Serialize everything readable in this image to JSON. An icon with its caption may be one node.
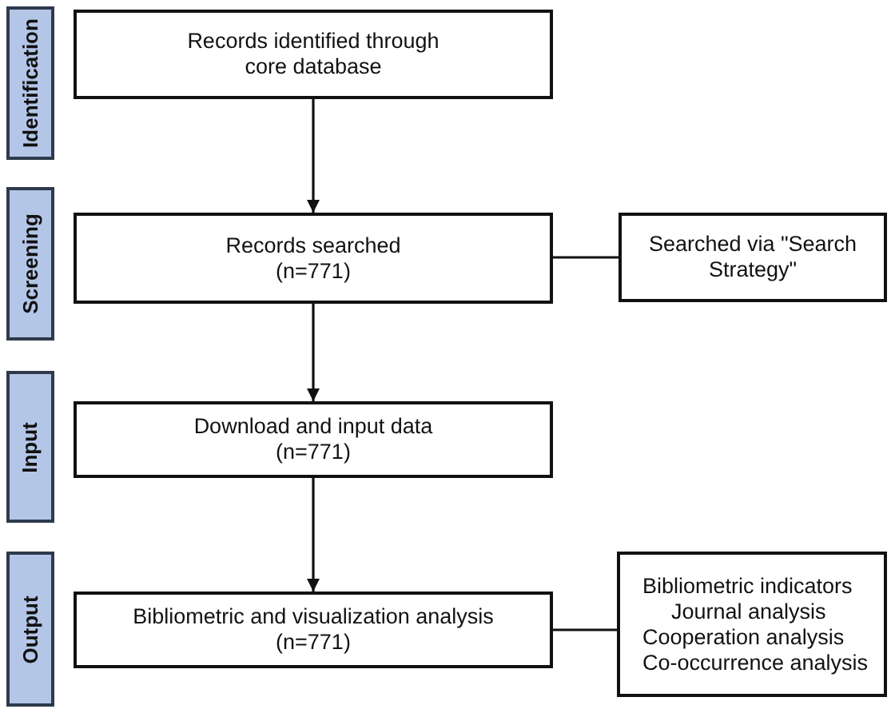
{
  "diagram": {
    "nodes": [
      {
        "text": [
          "Identification"
        ]
      },
      {
        "text": [
          "Records identified through core database"
        ]
      },
      {
        "text": [
          "Screening"
        ]
      },
      {
        "text": [
          "Records searched",
          "(n=771)"
        ]
      },
      {
        "text": [
          "Searched via \"Search Strategy\""
        ]
      },
      {
        "text": [
          "Input"
        ]
      },
      {
        "text": [
          "Download and input data",
          "(n=771)"
        ]
      },
      {
        "text": [
          "Output"
        ]
      },
      {
        "text": [
          "Bibliometric and visualization analysis",
          "(n=771)"
        ]
      },
      {
        "text": [
          "Bibliometric indicators",
          "Journal analysis",
          "Cooperation analysis",
          "Co-occurrence analysis"
        ]
      }
    ],
    "edges": [
      {
        "from": 1,
        "to": 3,
        "arrow": "to"
      },
      {
        "from": 3,
        "to": 6,
        "arrow": "to"
      },
      {
        "from": 6,
        "to": 8,
        "arrow": "to"
      },
      {
        "from": 3,
        "to": 4,
        "arrow": "none"
      },
      {
        "from": 8,
        "to": 9,
        "arrow": "none"
      }
    ]
  }
}
